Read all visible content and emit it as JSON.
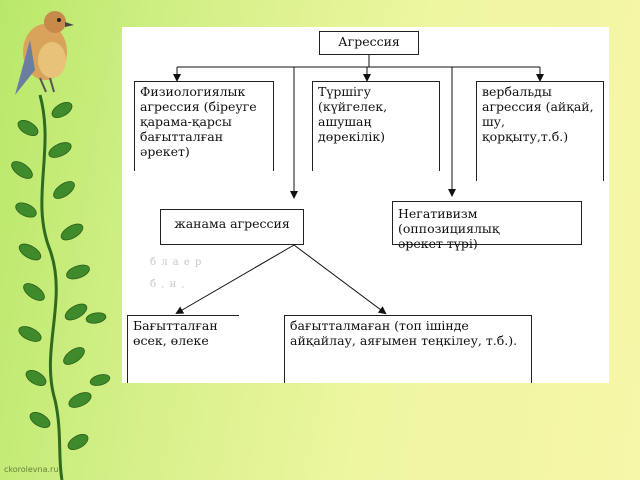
{
  "slide": {
    "colors": {
      "background_left": "#b8e86a",
      "background_right": "#f6f7a8",
      "leaf": "#3f8a2a",
      "bird_body": "#d9a35c"
    },
    "decoration_icons": [
      "bird-icon",
      "vine-icon"
    ],
    "watermark": "ckorolevna.ru"
  },
  "diagram": {
    "root": "Агрессия",
    "top_boxes": [
      "Физиологиялык\nагрессия (біреуге\nқарама-қарсы\nбағытталған\n       әрекет)",
      "Түршігу\n(күйгелек, ашушаң\nдөрекілік)",
      "вербальды\nагрессия     (айқай,\nшу,\nқорқыту,т.б.)"
    ],
    "middle_left": "жанама агрессия",
    "middle_right": "Негативизм (оппозициялық\n    әрекет түрі)",
    "faint_text": [
      "б л  а  е  р",
      "б ,  н  ,"
    ],
    "bottom_left": "Бағытталған\nөсек, өлеке",
    "bottom_right": "         бағытталмаған   (топ    ішінде\nайқайлау,  аяғымен   теңкілеу, т.б.)."
  }
}
